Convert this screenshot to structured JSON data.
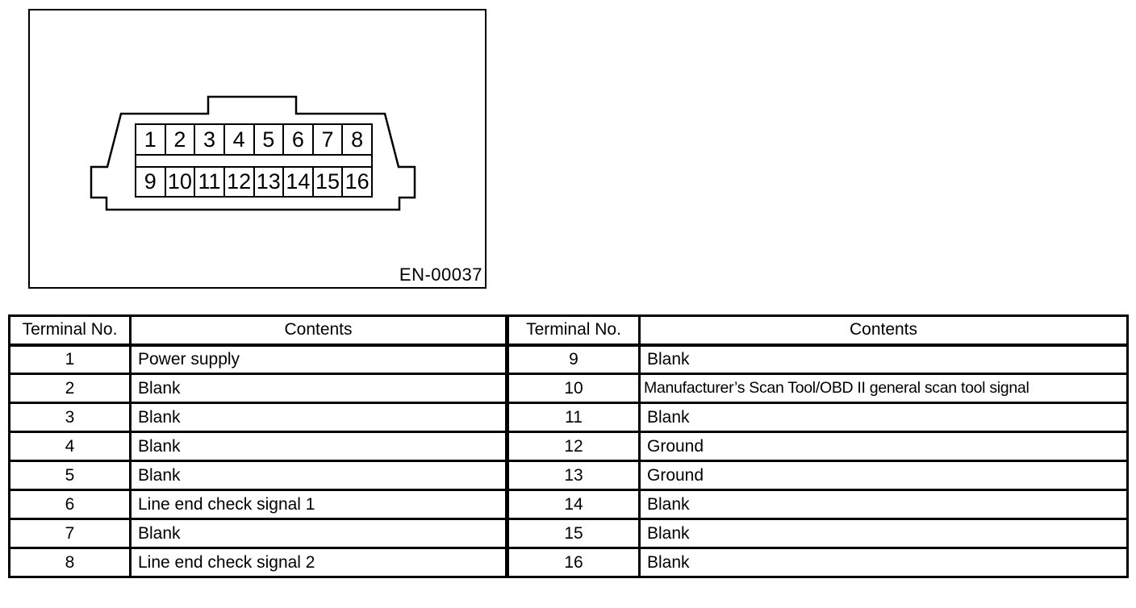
{
  "figure": {
    "code": "EN-00037",
    "pins_top": [
      "1",
      "2",
      "3",
      "4",
      "5",
      "6",
      "7",
      "8"
    ],
    "pins_bottom": [
      "9",
      "10",
      "11",
      "12",
      "13",
      "14",
      "15",
      "16"
    ]
  },
  "table": {
    "headers": {
      "terminal_left": "Terminal No.",
      "contents_left": "Contents",
      "terminal_right": "Terminal No.",
      "contents_right": "Contents"
    },
    "left_rows": [
      {
        "no": "1",
        "contents": "Power supply"
      },
      {
        "no": "2",
        "contents": "Blank"
      },
      {
        "no": "3",
        "contents": "Blank"
      },
      {
        "no": "4",
        "contents": "Blank"
      },
      {
        "no": "5",
        "contents": "Blank"
      },
      {
        "no": "6",
        "contents": "Line end check signal 1"
      },
      {
        "no": "7",
        "contents": "Blank"
      },
      {
        "no": "8",
        "contents": "Line end check signal 2"
      }
    ],
    "right_rows": [
      {
        "no": "9",
        "contents": "Blank"
      },
      {
        "no": "10",
        "contents": "Manufacturer’s Scan Tool/OBD II general scan tool signal"
      },
      {
        "no": "11",
        "contents": "Blank"
      },
      {
        "no": "12",
        "contents": "Ground"
      },
      {
        "no": "13",
        "contents": "Ground"
      },
      {
        "no": "14",
        "contents": "Blank"
      },
      {
        "no": "15",
        "contents": "Blank"
      },
      {
        "no": "16",
        "contents": "Blank"
      }
    ]
  },
  "colors": {
    "ink": "#000000",
    "paper": "#ffffff"
  }
}
